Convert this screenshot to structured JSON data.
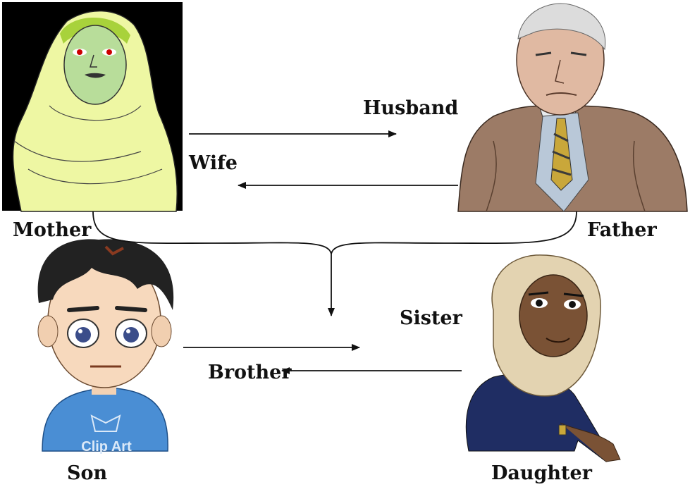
{
  "people": {
    "mother": "Mother",
    "father": "Father",
    "son": "Son",
    "daughter": "Daughter"
  },
  "relations": {
    "husband": "Husband",
    "wife": "Wife",
    "sister": "Sister",
    "brother": "Brother"
  },
  "badges": {
    "clip_art": "Clip Art"
  },
  "colors": {
    "hijab_mother": "#eef7a3",
    "face_mother": "#b8dd9a",
    "suit_father": "#9c7b66",
    "shirt_son": "#4a8ed4",
    "hijab_daughter": "#e3d3b1",
    "skin_daughter": "#7a5235",
    "top_daughter": "#1f2d63"
  }
}
